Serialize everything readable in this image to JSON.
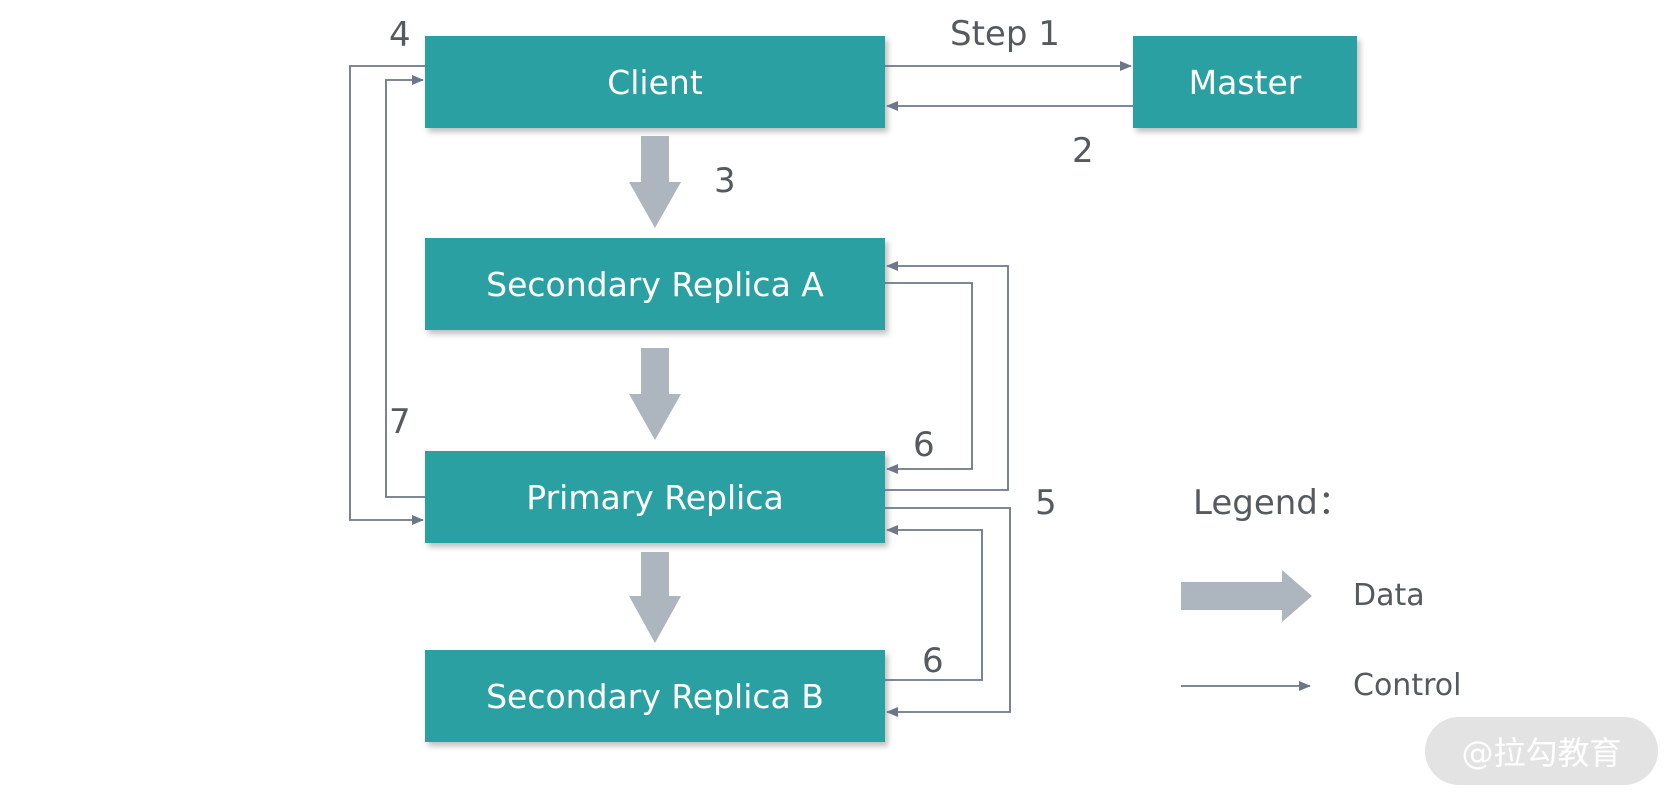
{
  "nodes": {
    "client": "Client",
    "master": "Master",
    "secondary_a": "Secondary Replica A",
    "primary": "Primary Replica",
    "secondary_b": "Secondary Replica B"
  },
  "steps": {
    "step1": "Step 1",
    "step2": "2",
    "step3": "3",
    "step4": "4",
    "step5": "5",
    "step6a": "6",
    "step6b": "6",
    "step7": "7"
  },
  "legend": {
    "title": "Legend：",
    "data": "Data",
    "control": "Control"
  },
  "watermark": "@拉勾教育",
  "colors": {
    "box_fill": "#2ca0a3",
    "data_arrow": "#adb5bf",
    "control_line": "#6e7787",
    "text": "#555a5f"
  }
}
